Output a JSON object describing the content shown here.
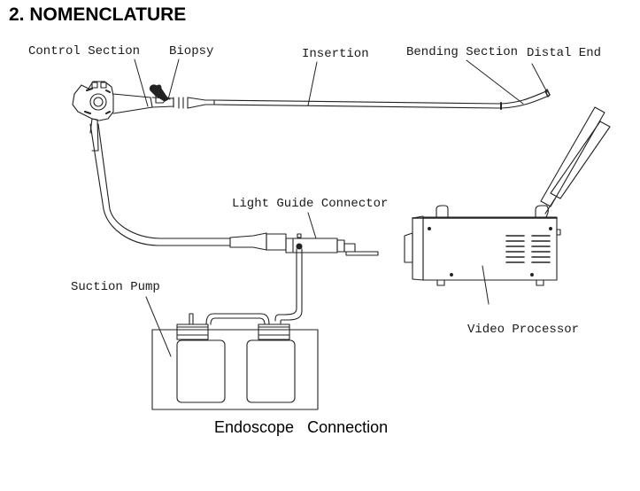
{
  "heading": "2. NOMENCLATURE",
  "labels": {
    "control_section": "Control Section",
    "biopsy": "Biopsy",
    "insertion": "Insertion",
    "bending_section": "Bending Section",
    "distal_end": "Distal End",
    "light_guide_connector": "Light Guide Connector",
    "suction_pump": "Suction Pump",
    "video_processor": "Video Processor"
  },
  "caption": "Endoscope Connection"
}
